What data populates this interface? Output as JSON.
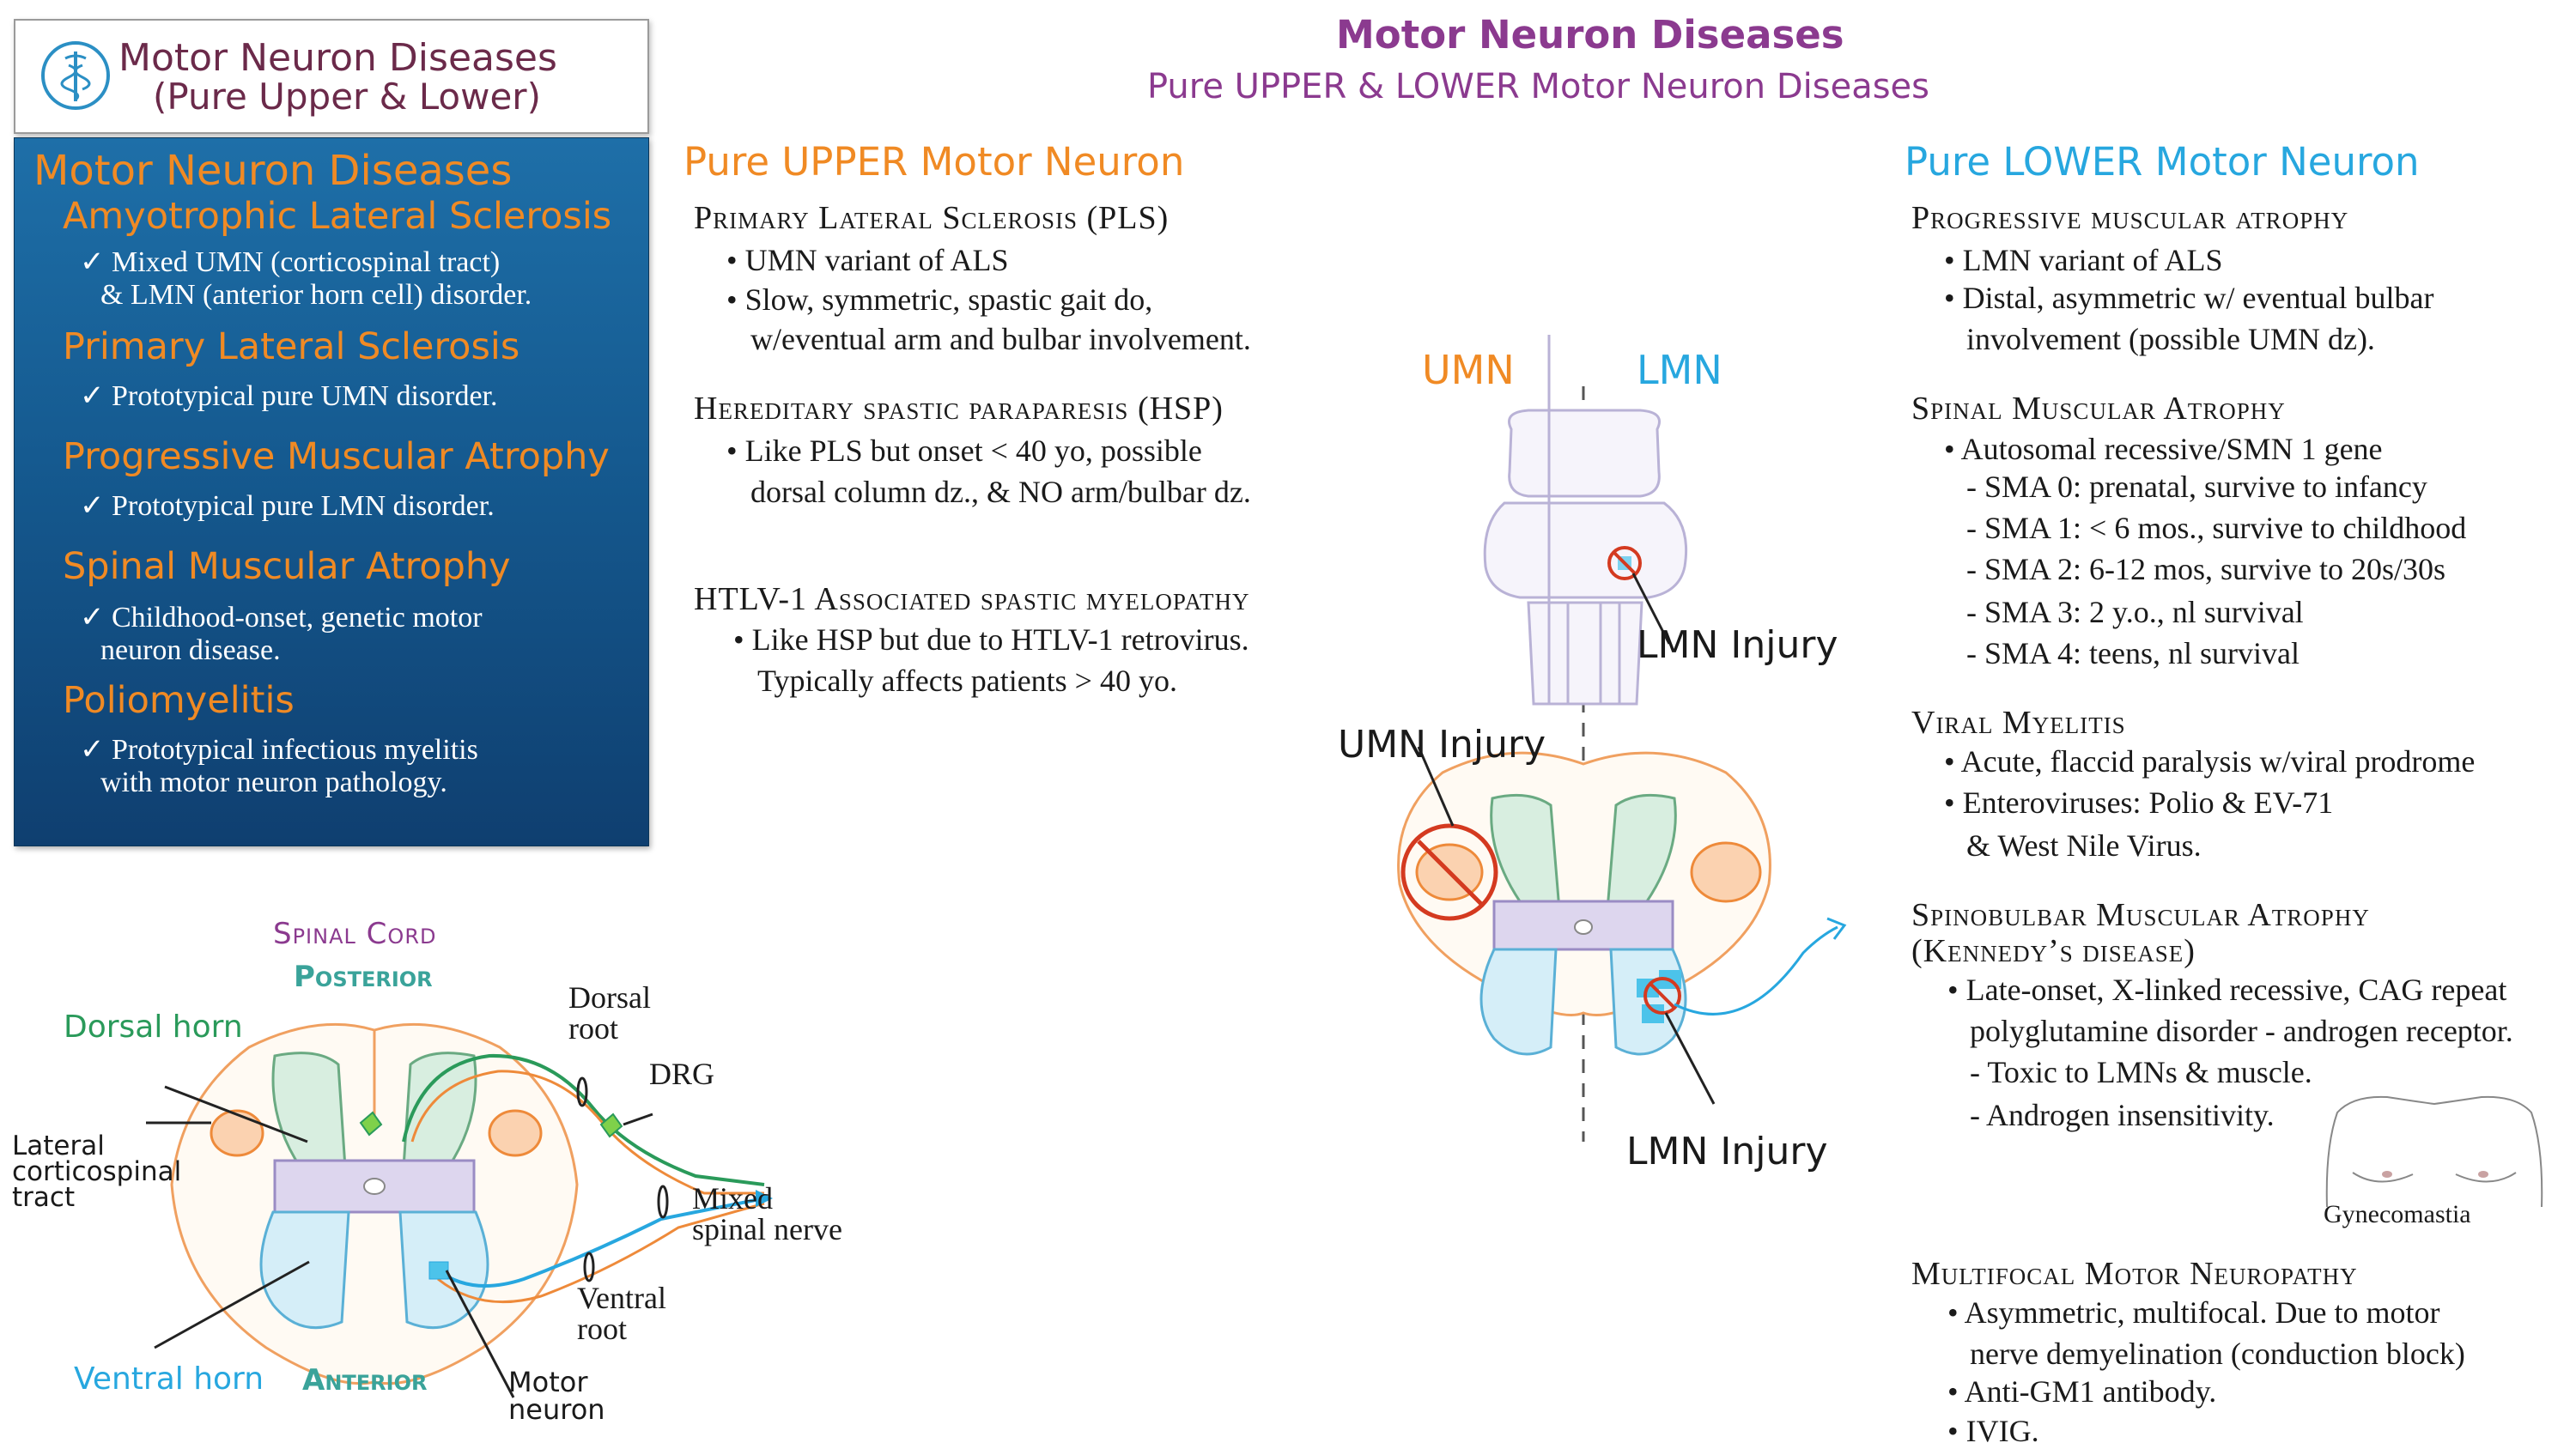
{
  "header_box": {
    "title": "Motor Neuron Diseases",
    "subtitle": "(Pure Upper & Lower)",
    "logo_icon": "caduceus-icon"
  },
  "sidebar": {
    "title": "Motor Neuron Diseases",
    "sections": [
      {
        "heading": "Amyotrophic Lateral Sclerosis",
        "lines": [
          "✓ Mixed UMN (corticospinal tract)",
          "& LMN (anterior horn cell) disorder."
        ]
      },
      {
        "heading": "Primary Lateral Sclerosis",
        "lines": [
          "✓ Prototypical pure UMN disorder."
        ]
      },
      {
        "heading": "Progressive Muscular Atrophy",
        "lines": [
          "✓ Prototypical pure LMN disorder."
        ]
      },
      {
        "heading": "Spinal Muscular Atrophy",
        "lines": [
          "✓ Childhood-onset, genetic motor",
          "neuron disease."
        ]
      },
      {
        "heading": "Poliomyelitis",
        "lines": [
          "✓ Prototypical infectious myelitis",
          "with motor neuron pathology."
        ]
      }
    ]
  },
  "main": {
    "title": "Motor Neuron Diseases",
    "subtitle": "Pure UPPER & LOWER Motor Neuron Diseases"
  },
  "upper": {
    "heading": "Pure UPPER Motor Neuron",
    "blocks": [
      {
        "title": "Primary Lateral Sclerosis (PLS)",
        "lines": [
          "• UMN variant of ALS",
          "• Slow, symmetric, spastic gait do,",
          "w/eventual arm and bulbar involvement."
        ]
      },
      {
        "title": "Hereditary spastic paraparesis (HSP)",
        "lines": [
          "• Like PLS but onset < 40 yo, possible",
          "dorsal column dz., & NO arm/bulbar dz."
        ]
      },
      {
        "title": "HTLV-1 Associated spastic myelopathy",
        "lines": [
          "• Like HSP but due to HTLV-1 retrovirus.",
          "Typically affects patients > 40 yo."
        ]
      }
    ]
  },
  "lower": {
    "heading": "Pure LOWER Motor Neuron",
    "blocks": [
      {
        "title": "Progressive muscular atrophy",
        "lines": [
          "• LMN variant of ALS",
          "• Distal, asymmetric w/ eventual bulbar",
          "involvement (possible UMN dz)."
        ]
      },
      {
        "title": "Spinal Muscular Atrophy",
        "lines": [
          "• Autosomal recessive/SMN 1 gene",
          "- SMA 0: prenatal, survive to infancy",
          "- SMA 1: < 6 mos., survive to childhood",
          "- SMA 2: 6-12 mos, survive to 20s/30s",
          "- SMA 3: 2 y.o., nl survival",
          "- SMA 4: teens, nl survival"
        ]
      },
      {
        "title": "Viral Myelitis",
        "lines": [
          "• Acute, flaccid paralysis w/viral prodrome",
          "• Enteroviruses:  Polio & EV-71",
          "& West Nile Virus."
        ]
      },
      {
        "title": "Spinobulbar Muscular Atrophy",
        "title2": "(Kennedy’s disease)",
        "lines": [
          "• Late-onset, X-linked recessive, CAG repeat",
          "polyglutamine disorder - androgen receptor.",
          "- Toxic to LMNs & muscle.",
          "- Androgen insensitivity."
        ]
      },
      {
        "title": "Multifocal Motor Neuropathy",
        "lines": [
          "• Asymmetric, multifocal.  Due to motor",
          "nerve demyelination (conduction block)",
          "• Anti-GM1 antibody.",
          "• IVIG."
        ]
      }
    ],
    "gynecomastia_label": "Gynecomastia"
  },
  "center_diagram": {
    "umn_label": "UMN",
    "lmn_label": "LMN",
    "lmn_injury_top": "LMN Injury",
    "umn_injury": "UMN Injury",
    "lmn_injury_bottom": "LMN Injury"
  },
  "cord_diagram": {
    "spinal_cord": "Spinal Cord",
    "posterior": "Posterior",
    "anterior": "Anterior",
    "dorsal_horn": "Dorsal horn",
    "ventral_horn": "Ventral horn",
    "lateral_cst_1": "Lateral",
    "lateral_cst_2": "corticospinal",
    "lateral_cst_3": "tract",
    "dorsal_root_1": "Dorsal",
    "dorsal_root_2": "root",
    "drg": "DRG",
    "mixed_1": "Mixed",
    "mixed_2": "spinal nerve",
    "ventral_root_1": "Ventral",
    "ventral_root_2": "root",
    "motor_1": "Motor",
    "motor_2": "neuron"
  },
  "colors": {
    "orange": "#f08a24",
    "blue": "#27a7df",
    "purple": "#8b3a8f",
    "teal": "#3aa39a",
    "green": "#2a9a5a"
  }
}
